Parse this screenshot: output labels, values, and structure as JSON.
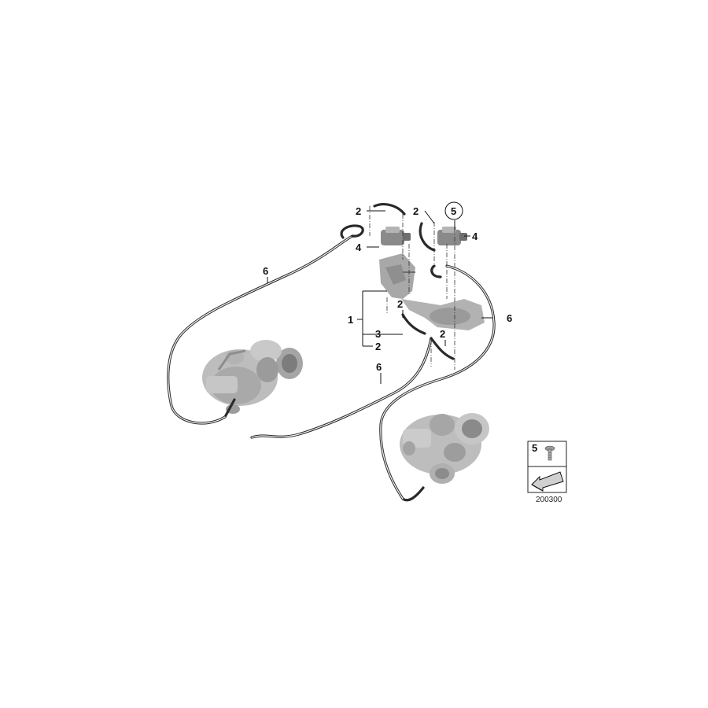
{
  "callouts": {
    "c1": "1",
    "c2": "2",
    "c3": "3",
    "c4": "4",
    "c5": "5",
    "c6": "6"
  },
  "reference_box": {
    "item": "5",
    "drawing_number": "200300"
  },
  "parts": [
    "turbocharger-left",
    "turbocharger-right",
    "pressure-converter-left",
    "pressure-converter-right",
    "bracket",
    "vacuum-hose"
  ],
  "colors": {
    "background": "#ffffff",
    "hose": "#2a2a2a",
    "part_fill": "#b8b8b8",
    "part_shade": "#8a8a8a"
  }
}
